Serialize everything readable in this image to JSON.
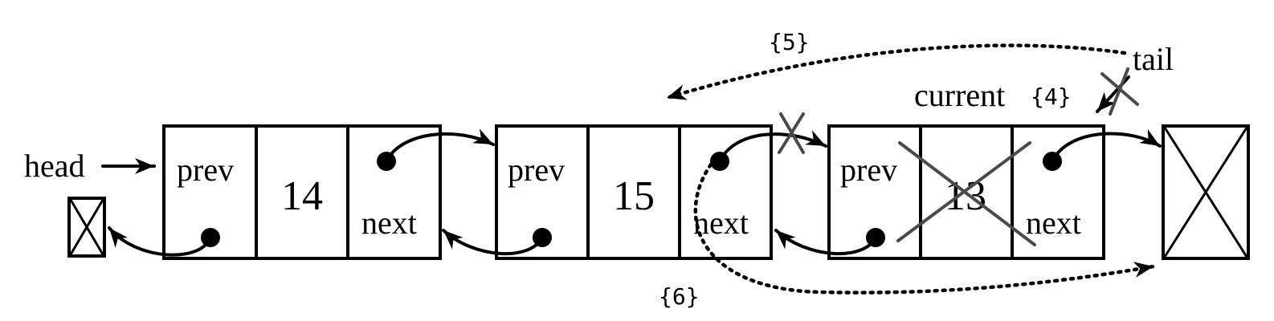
{
  "labels": {
    "head": "head",
    "tail": "tail",
    "current": "current",
    "step4": "{4}",
    "step5": "{5}",
    "step6": "{6}"
  },
  "nodes": [
    {
      "prev": "prev",
      "value": "14",
      "next": "next"
    },
    {
      "prev": "prev",
      "value": "15",
      "next": "next"
    },
    {
      "prev": "prev",
      "value": "13",
      "next": "next",
      "removed": true
    }
  ],
  "colors": {
    "stroke": "#000000",
    "strike": "#4a4a4a",
    "background": "#ffffff"
  }
}
